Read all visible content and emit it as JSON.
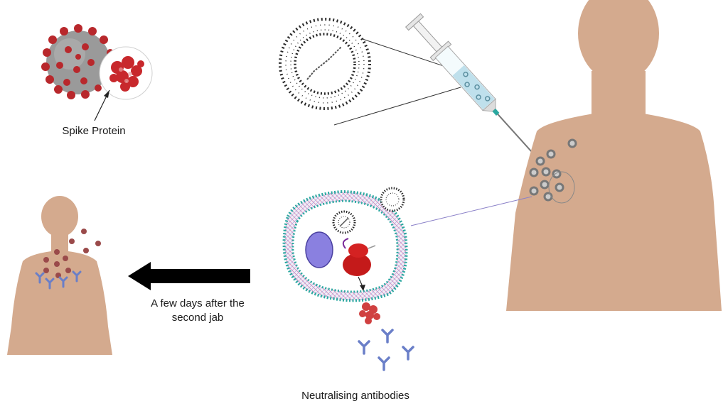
{
  "labels": {
    "spike_protein": "Spike Protein",
    "days_line1": "A few days after the",
    "days_line2": "second jab",
    "neutralising_antibodies": "Neutralising antibodies"
  },
  "colors": {
    "skin": "#d4aa8e",
    "virus_red": "#b8282c",
    "virus_grey": "#8a8a8a",
    "lipid_dark": "#2a2a2a",
    "membrane_teal": "#2aa8a0",
    "membrane_pink": "#d48ab8",
    "nucleus_purple": "#8a80e0",
    "ribosome_red": "#c41a1a",
    "antibody_blue": "#6a7fc8",
    "arrow_black": "#000000",
    "syringe_fluid": "#bfe0ec"
  },
  "icons": [
    "coronavirus-icon",
    "spike-protein-icon",
    "lipid-nanoparticle-icon",
    "syringe-icon",
    "human-figure-icon",
    "cell-icon",
    "ribosome-icon",
    "antibody-icon",
    "arrow-left-icon"
  ]
}
